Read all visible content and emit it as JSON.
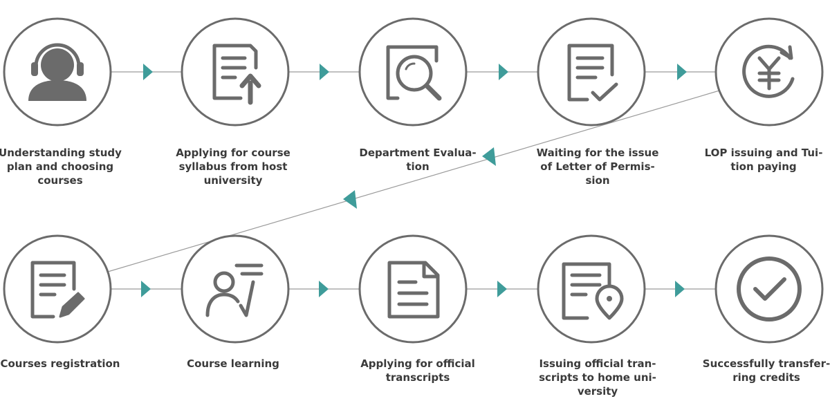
{
  "colors": {
    "circle_stroke": "#6b6b6b",
    "icon": "#6b6b6b",
    "connector": "#9a9a9a",
    "arrow": "#3f9c9a",
    "text": "#3a3a3a"
  },
  "steps": [
    {
      "id": 1,
      "icon": "headset-person-icon",
      "label": "Understanding study\nplan and choosing\ncourses"
    },
    {
      "id": 2,
      "icon": "document-upload-icon",
      "label": "Applying for course\nsyllabus from host\nuniversity"
    },
    {
      "id": 3,
      "icon": "magnifier-document-icon",
      "label": "Department Evalua-\ntion"
    },
    {
      "id": 4,
      "icon": "document-check-icon",
      "label": "Waiting for the issue\nof Letter of Permis-\nsion"
    },
    {
      "id": 5,
      "icon": "yen-cycle-icon",
      "label": "LOP issuing and Tui-\ntion paying"
    },
    {
      "id": 6,
      "icon": "document-pen-icon",
      "label": "Courses registration"
    },
    {
      "id": 7,
      "icon": "person-learning-icon",
      "label": "Course learning"
    },
    {
      "id": 8,
      "icon": "document-page-icon",
      "label": "Applying for official\ntranscripts"
    },
    {
      "id": 9,
      "icon": "document-location-icon",
      "label": "Issuing official tran-\nscripts to home uni-\nversity"
    },
    {
      "id": 10,
      "icon": "check-circle-icon",
      "label": "Successfully transfer-\nring credits"
    }
  ],
  "flow": [
    "1->2",
    "2->3",
    "3->4",
    "4->5",
    "5->6",
    "6->7",
    "7->8",
    "8->9",
    "9->10"
  ]
}
